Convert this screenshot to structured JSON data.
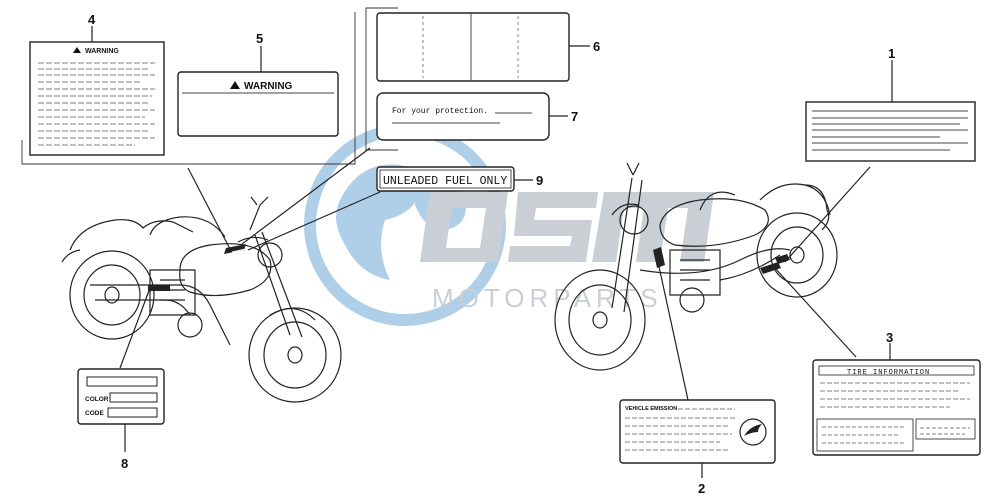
{
  "watermark": {
    "brand": "OSM",
    "subtitle": "MOTORPARTS",
    "color": "#7fb3d9"
  },
  "callouts": [
    "1",
    "2",
    "3",
    "4",
    "5",
    "6",
    "7",
    "8",
    "9"
  ],
  "labels": {
    "warning_small": "WARNING",
    "warning_large": "WARNING",
    "protection": "For your protection.",
    "fuel": "UNLEADED FUEL ONLY",
    "color": "COLOR",
    "code": "CODE",
    "vehicle_emission": "VEHICLE EMISSION",
    "tire_information": "TIRE INFORMATION"
  },
  "icons": [
    "warning-triangle-icon",
    "honda-wing-icon",
    "globe-icon"
  ]
}
